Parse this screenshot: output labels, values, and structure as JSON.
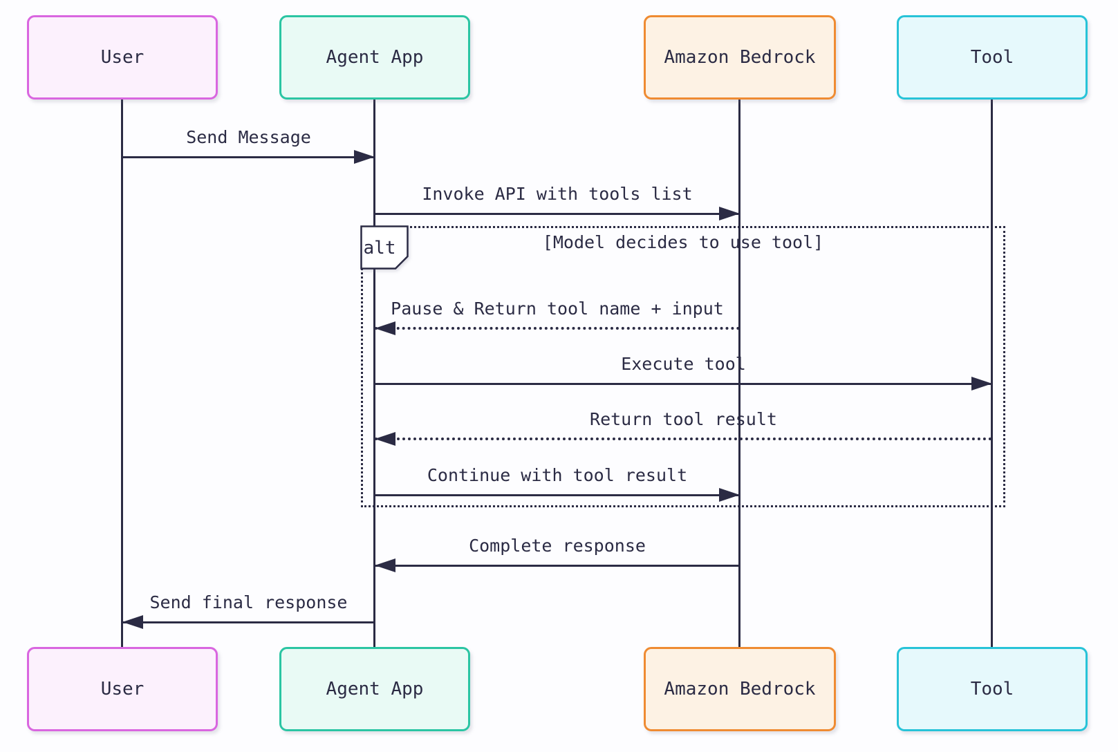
{
  "diagram": {
    "type": "sequence-diagram",
    "colors": {
      "line": "#2b2b44",
      "background": "#fdfdff",
      "frame_fill": "#ffffff"
    },
    "actors": [
      {
        "label": "User",
        "border": "#d966e0",
        "fill": "#fcf1fd"
      },
      {
        "label": "Agent App",
        "border": "#2bc5a3",
        "fill": "#e9faf5"
      },
      {
        "label": "Amazon Bedrock",
        "border": "#ef8b32",
        "fill": "#fdf2e4"
      },
      {
        "label": "Tool",
        "border": "#27c3d8",
        "fill": "#e6f9fc"
      }
    ],
    "messages": [
      {
        "label": "Send Message",
        "from": "User",
        "to": "Agent App",
        "line": "solid"
      },
      {
        "label": "Invoke API with tools list",
        "from": "Agent App",
        "to": "Amazon Bedrock",
        "line": "solid"
      },
      {
        "label": "Pause & Return tool name + input",
        "from": "Amazon Bedrock",
        "to": "Agent App",
        "line": "dotted"
      },
      {
        "label": "Execute tool",
        "from": "Agent App",
        "to": "Tool",
        "line": "solid"
      },
      {
        "label": "Return tool result",
        "from": "Tool",
        "to": "Agent App",
        "line": "dotted"
      },
      {
        "label": "Continue with tool result",
        "from": "Agent App",
        "to": "Amazon Bedrock",
        "line": "solid"
      },
      {
        "label": "Complete response",
        "from": "Amazon Bedrock",
        "to": "Agent App",
        "line": "solid"
      },
      {
        "label": "Send final response",
        "from": "Agent App",
        "to": "User",
        "line": "solid"
      }
    ],
    "alt_block": {
      "label": "alt",
      "condition": "[Model decides to use tool]"
    }
  }
}
